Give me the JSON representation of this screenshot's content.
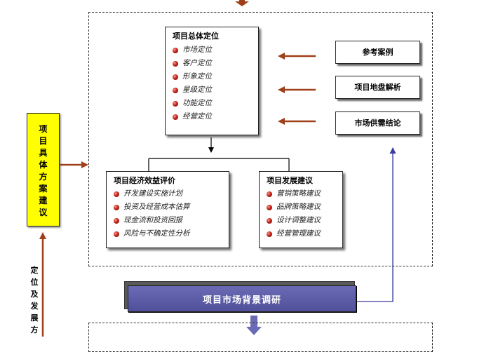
{
  "positioning_box": {
    "title": "项目总体定位",
    "items": [
      "市场定位",
      "客户定位",
      "形象定位",
      "星级定位",
      "功能定位",
      "经营定位"
    ]
  },
  "references": {
    "items": [
      "参考案例",
      "项目地盘解析",
      "市场供需结论"
    ]
  },
  "economic_box": {
    "title": "项目经济效益评价",
    "items": [
      "开发建设实施计划",
      "投资及经营成本估算",
      "现金流和投资回报",
      "风险与不确定性分析"
    ]
  },
  "development_box": {
    "title": "项目发展建议",
    "items": [
      "营销策略建议",
      "品牌策略建议",
      "设计调整建议",
      "经营管理建议"
    ]
  },
  "left_panel": {
    "chars": [
      "项",
      "目",
      "具",
      "体",
      "方",
      "案",
      "建",
      "议"
    ]
  },
  "vertical_label": {
    "chars": [
      "定",
      "位",
      "及",
      "发",
      "展",
      "方"
    ]
  },
  "survey": {
    "label": "项目市场背景调研"
  },
  "colors": {
    "arrow_brown": "#a0401a",
    "survey_purple": "#5a5aa6",
    "panel_yellow": "#ffff00",
    "connector_blue": "#3a3aa0",
    "bullet_red": "#c0241a"
  }
}
